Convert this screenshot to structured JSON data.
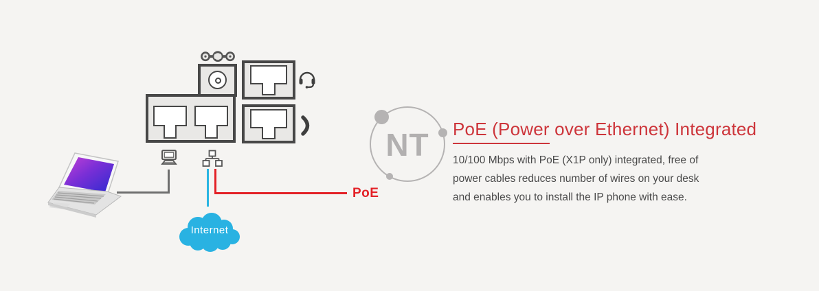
{
  "page": {
    "background": "#f5f4f2"
  },
  "logo": {
    "text": "NT"
  },
  "content": {
    "heading_underlined": "PoE (Power",
    "heading_rest": " over Ethernet) Integrated",
    "body_lines": [
      "10/100 Mbps with PoE (X1P only) integrated, free of",
      "power cables reduces number of wires on your desk",
      "and enables you to install the IP phone with ease."
    ]
  },
  "diagram": {
    "internet_label": "Internet",
    "poe_label": "PoE",
    "icons": [
      "chain-link-icon",
      "power-port-icon",
      "headset-icon",
      "handset-icon",
      "desktop-computer-icon",
      "lan-network-icon",
      "laptop-illustration"
    ],
    "ports": [
      "pc-port",
      "lan-port",
      "power-port",
      "headset-port",
      "handset-port"
    ]
  },
  "colors": {
    "accent_red": "#cd353b",
    "cable_red": "#e32127",
    "cable_blue": "#2ab5e2",
    "cable_gray": "#6e6e6e",
    "outline_dark": "#474747",
    "box_fill": "#e9e8e6",
    "logo_gray": "#b5b3b3",
    "cloud_blue": "#29b2e2",
    "body_text": "#4a4a4a"
  }
}
